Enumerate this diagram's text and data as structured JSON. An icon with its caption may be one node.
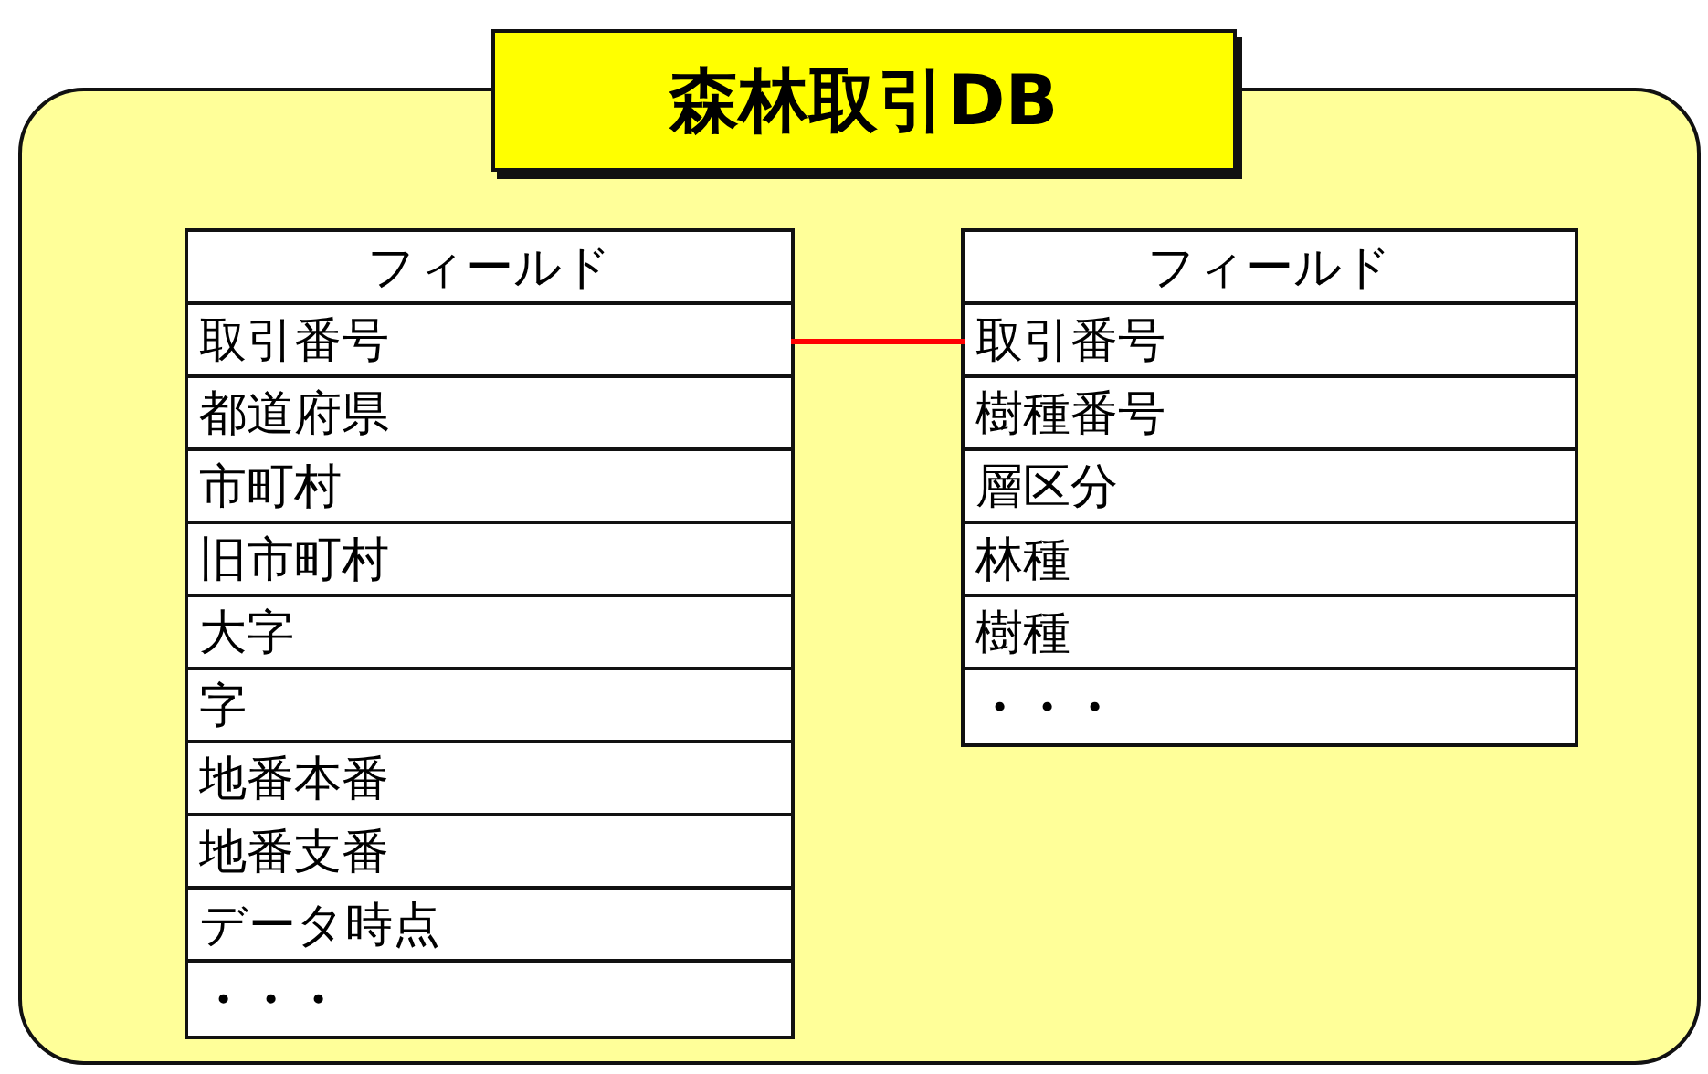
{
  "diagram": {
    "nodes": [
      {
        "text": [
          "森林取引DB"
        ]
      },
      {
        "text": [
          "フィールド"
        ],
        "in": 0
      },
      {
        "text": [
          "取引番号"
        ],
        "in": 1
      },
      {
        "text": [
          "都道府県"
        ],
        "in": 1
      },
      {
        "text": [
          "市町村"
        ],
        "in": 1
      },
      {
        "text": [
          "旧市町村"
        ],
        "in": 1
      },
      {
        "text": [
          "大字"
        ],
        "in": 1
      },
      {
        "text": [
          "字"
        ],
        "in": 1
      },
      {
        "text": [
          "地番本番"
        ],
        "in": 1
      },
      {
        "text": [
          "地番支番"
        ],
        "in": 1
      },
      {
        "text": [
          "データ時点"
        ],
        "in": 1
      },
      {
        "text": [
          "・・・"
        ],
        "in": 1
      },
      {
        "text": [
          "フィールド"
        ],
        "in": 0
      },
      {
        "text": [
          "取引番号"
        ],
        "in": 12
      },
      {
        "text": [
          "樹種番号"
        ],
        "in": 12
      },
      {
        "text": [
          "層区分"
        ],
        "in": 12
      },
      {
        "text": [
          "林種"
        ],
        "in": 12
      },
      {
        "text": [
          "樹種"
        ],
        "in": 12
      },
      {
        "text": [
          "・・・"
        ],
        "in": 12
      }
    ],
    "edges": [
      {
        "from": 2,
        "to": 13,
        "arrow": "none",
        "color": "#ff0000"
      }
    ]
  }
}
